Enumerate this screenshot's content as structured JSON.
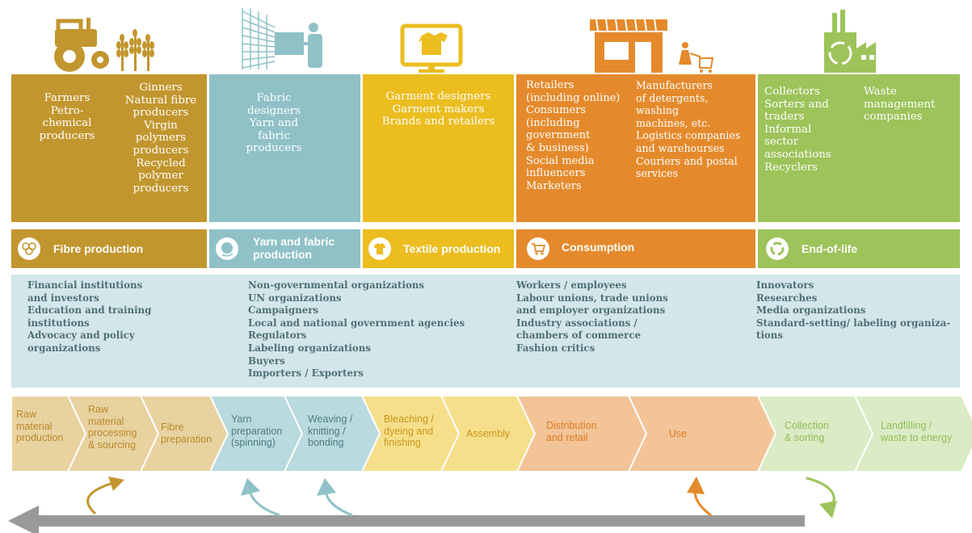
{
  "colors": {
    "fibre": "#c2962e",
    "yarn": "#8fc1c7",
    "textile": "#ebbd1f",
    "consumption": "#e58a2c",
    "eol": "#9dc35a",
    "stakeholder_band": "#d3e6ea",
    "return_arrow": "#999999"
  },
  "actors": {
    "fibre_left": "Farmers\nPetro-\nchemical\nproducers",
    "fibre_right": "Ginners\nNatural fibre\nproducers\nVirgin\npolymers\nproducers\nRecycled\npolymer\nproducers",
    "yarn": "Fabric\ndesigners\nYarn and\nfabric\nproducers",
    "textile": "Garment designers\nGarment makers\nBrands and retailers",
    "consumption_left": "Retailers\n(including online)\nConsumers\n(including\ngovernment\n& business)\nSocial media\ninfluencers\nMarketers",
    "consumption_right": "Manufacturers\nof detergents,\nwashing\nmachines, etc.\nLogistics companies\nand warehourses\nCouriers and postal\nservices",
    "eol_left": "Collectors\nSorters and\ntraders\nInformal\nsector\nassociations\nRecyclers",
    "eol_right": "Waste\nmanagement\ncompanies"
  },
  "stages": {
    "fibre": "Fibre production",
    "yarn": "Yarn and fabric\nproduction",
    "textile": "Textile production",
    "consumption": "Consumption",
    "eol": "End-of-life"
  },
  "stakeholders": {
    "col1": "Financial institutions\nand investors\nEducation and training\ninstitutions\nAdvocacy and policy\norganizations",
    "col2": "Non-governmental organizations\nUN organizations\nCampaigners\nLocal and national government agencies\nRegulators\nLabeling organizations\nBuyers\nImporters / Exporters",
    "col3": "Workers / employees\nLabour unions, trade unions\nand employer organizations\nIndustry associations /\nchambers of commerce\nFashion critics",
    "col4": "Innovators\nResearches\nMedia organizations\nStandard-setting/ labeling organiza-\ntions"
  },
  "steps": [
    {
      "label": "Raw\nmaterial\nproduction",
      "fill": "#e8d2a0",
      "text_color": "#b88a2a"
    },
    {
      "label": "Raw\nmaterial\nprocessing\n& sourcing",
      "fill": "#e8d2a0",
      "text_color": "#b88a2a"
    },
    {
      "label": "Fibre\npreparation",
      "fill": "#e8d2a0",
      "text_color": "#b88a2a"
    },
    {
      "label": "Yarn\npreparation\n(spinning)",
      "fill": "#b9dade",
      "text_color": "#4d7c82"
    },
    {
      "label": "Weaving /\nknitting /\nbonding",
      "fill": "#b9dade",
      "text_color": "#4d7c82"
    },
    {
      "label": "Bleaching /\ndyeing and\nfinishing",
      "fill": "#f6df8a",
      "text_color": "#c9961b"
    },
    {
      "label": "Assembly",
      "fill": "#f6df8a",
      "text_color": "#c9961b"
    },
    {
      "label": "Distribution\nand retail",
      "fill": "#f2c497",
      "text_color": "#e07d26"
    },
    {
      "label": "Use",
      "fill": "#f2c497",
      "text_color": "#e07d26"
    },
    {
      "label": "Collection\n& sorting",
      "fill": "#dbebc5",
      "text_color": "#92bd58"
    },
    {
      "label": "Landfilling /\nwaste to energy",
      "fill": "#dbebc5",
      "text_color": "#92bd58"
    }
  ],
  "icons": {
    "top": [
      "tractor-and-wheat-icon",
      "spinning-machine-icon",
      "tshirt-monitor-icon",
      "shop-and-shopper-icon",
      "recycling-factory-icon"
    ],
    "stage": [
      "cotton-icon",
      "yarn-ball-icon",
      "tshirt-icon",
      "shopping-cart-icon",
      "recycle-icon"
    ],
    "loops": [
      "fibre-loop-arrow-icon",
      "yarn-loop-arrow-icon",
      "weaving-loop-arrow-icon",
      "use-loop-arrow-icon",
      "collection-loop-arrow-icon"
    ]
  }
}
